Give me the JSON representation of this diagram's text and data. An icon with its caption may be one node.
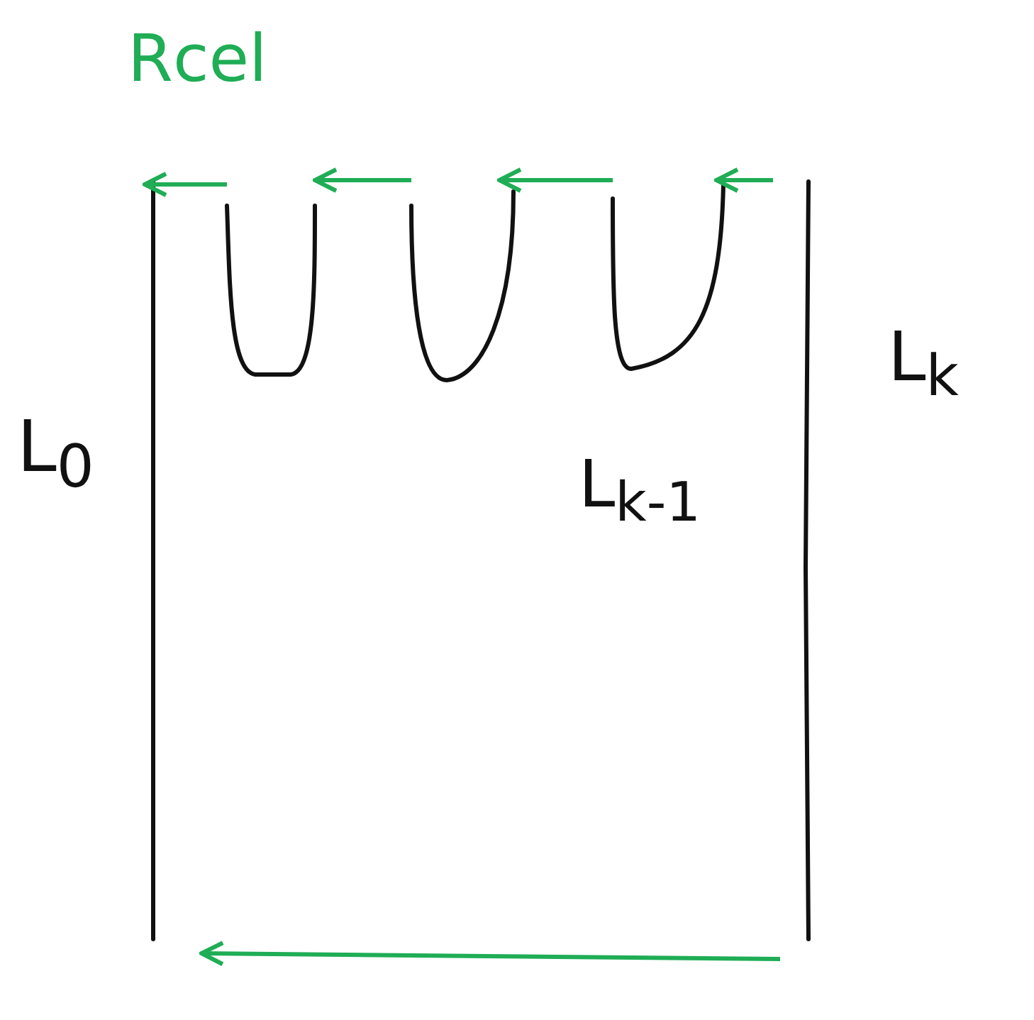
{
  "diagram": {
    "labels": [
      "Rcel",
      "L$_{0}$",
      "L$_{k-1}$",
      "L$_{k}$"
    ]
  }
}
